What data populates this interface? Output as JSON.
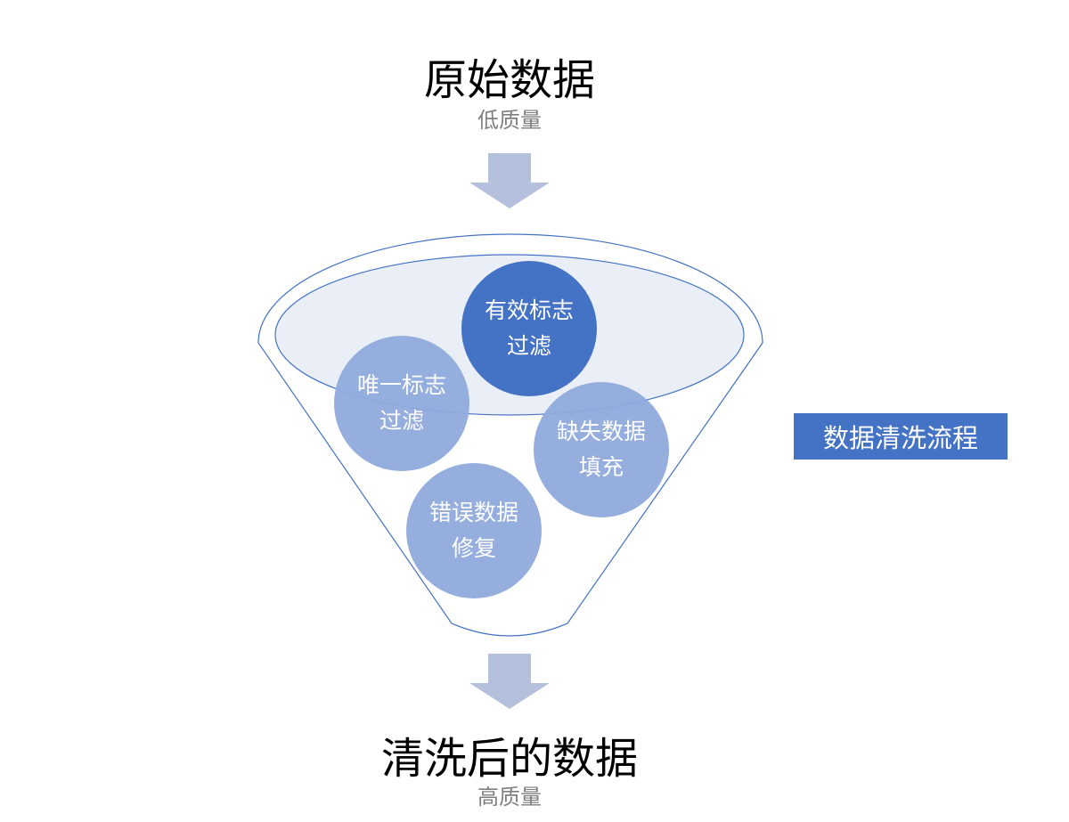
{
  "top": {
    "title": "原始数据",
    "subtitle": "低质量"
  },
  "bottom": {
    "title": "清洗后的数据",
    "subtitle": "高质量"
  },
  "steps": [
    {
      "line1": "有效标志",
      "line2": "过滤"
    },
    {
      "line1": "唯一标志",
      "line2": "过滤"
    },
    {
      "line1": "缺失数据",
      "line2": "填充"
    },
    {
      "line1": "错误数据",
      "line2": "修复"
    }
  ],
  "side_label": "数据清洗流程",
  "colors": {
    "arrow": "#b4c0dc",
    "circle_dark": "#4472c4",
    "circle_light": "#8faadc",
    "funnel_line": "#4472c4",
    "side_box": "#4472c4"
  }
}
